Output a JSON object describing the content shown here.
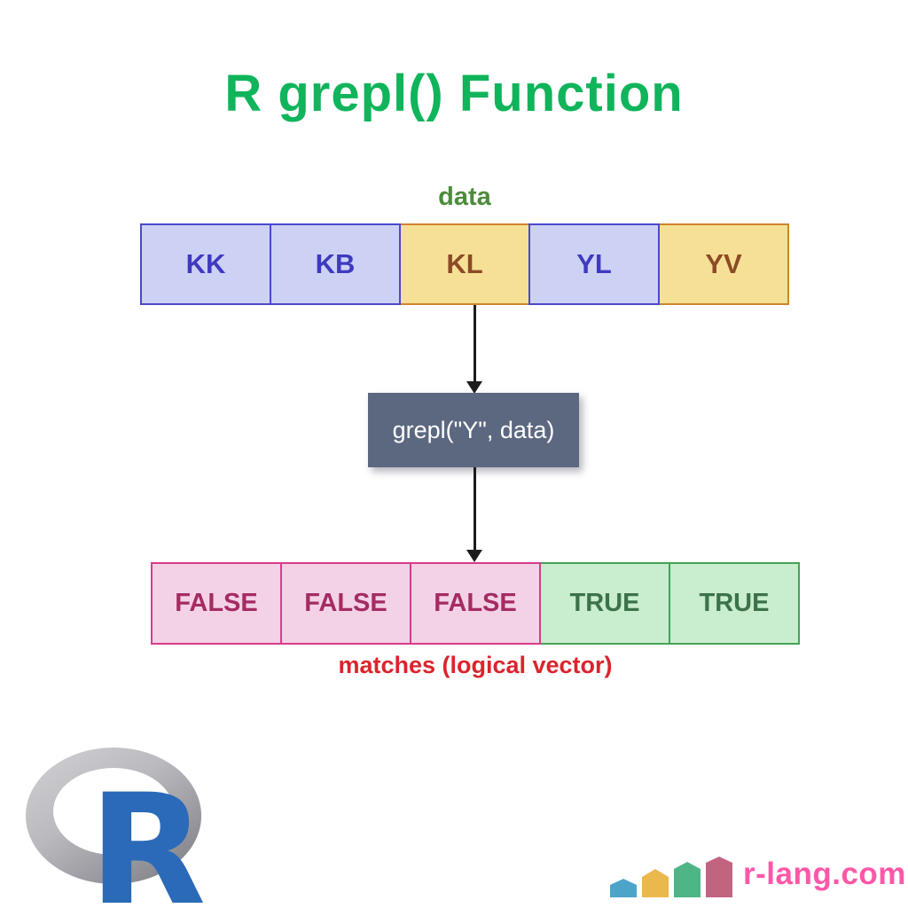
{
  "title": {
    "text": "R grepl() Function",
    "color": "#10b45b"
  },
  "diagram": {
    "input": {
      "label": "data",
      "label_color": "#4d8b3b",
      "cells": [
        {
          "value": "KK",
          "style": "lavender"
        },
        {
          "value": "KB",
          "style": "lavender"
        },
        {
          "value": "KL",
          "style": "yellow"
        },
        {
          "value": "YL",
          "style": "lavender"
        },
        {
          "value": "YV",
          "style": "yellow"
        }
      ]
    },
    "function_box": {
      "label": "grepl(\"Y\", data)",
      "bg_color": "#5c6880",
      "text_color": "#ffffff"
    },
    "output": {
      "label": "matches (logical vector)",
      "label_color": "#d9252d",
      "cells": [
        {
          "value": "FALSE",
          "style": "pink"
        },
        {
          "value": "FALSE",
          "style": "pink"
        },
        {
          "value": "FALSE",
          "style": "pink"
        },
        {
          "value": "TRUE",
          "style": "green"
        },
        {
          "value": "TRUE",
          "style": "green"
        }
      ]
    },
    "cell_colors": {
      "lavender": {
        "bg": "#cdd2f5",
        "border": "#4b48cc",
        "text": "#3e3abf"
      },
      "yellow": {
        "bg": "#f6e096",
        "border": "#d0842e",
        "text": "#8c4a26"
      },
      "pink": {
        "bg": "#f3d2e6",
        "border": "#d63c8c",
        "text": "#a52b63"
      },
      "green": {
        "bg": "#c9edcf",
        "border": "#46a257",
        "text": "#3c7249"
      }
    }
  },
  "branding": {
    "r_logo": {
      "letter": "R",
      "letter_color": "#2a6ab9",
      "ring_gradient": [
        "#cccccf",
        "#85858b"
      ]
    },
    "site": {
      "text": "r-lang.com",
      "color": "#ff57a8",
      "bar_colors": [
        "#4da4c9",
        "#ebb84d",
        "#4eb586",
        "#c2637f"
      ]
    }
  }
}
